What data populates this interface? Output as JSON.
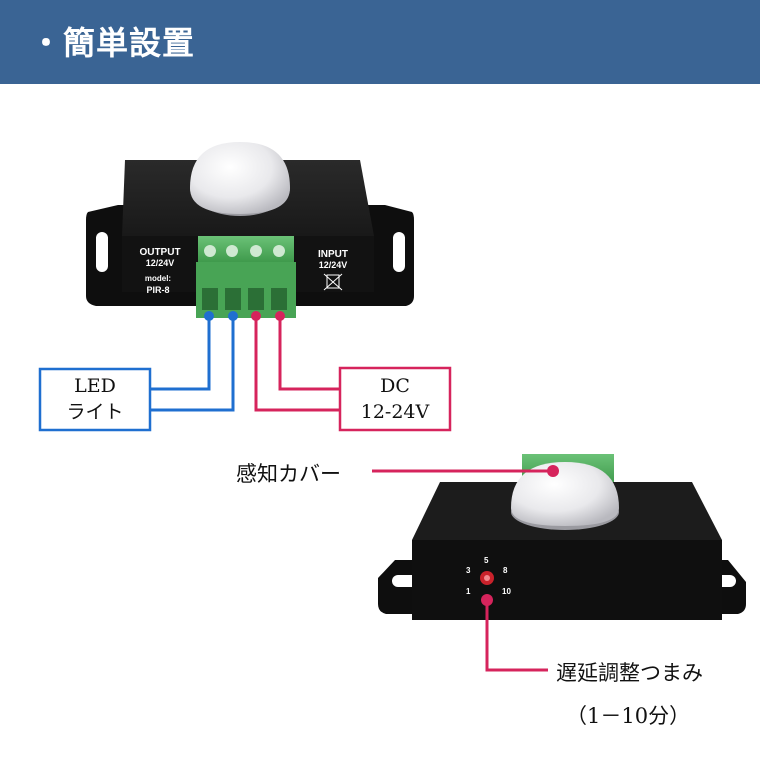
{
  "header": {
    "title": "・簡単設置"
  },
  "device_top": {
    "output_label": "OUTPUT",
    "output_voltage": "12/24V",
    "model_label": "model:",
    "model_value": "PIR-8",
    "input_label": "INPUT",
    "input_voltage": "12/24V"
  },
  "labels": {
    "led_line1": "LED",
    "led_line2": "ライト",
    "dc_line1": "DC",
    "dc_line2": "12-24V",
    "sensor_cover": "感知カバー",
    "delay_knob": "遅延調整つまみ",
    "delay_range": "（1－10分）"
  },
  "dial": {
    "ticks": [
      "1",
      "3",
      "5",
      "8",
      "10"
    ]
  },
  "colors": {
    "header_bg": "#3a6494",
    "led_wire": "#1f6fd0",
    "dc_wire": "#d6245c",
    "device_body": "#141414",
    "terminal": "#4fa95c"
  }
}
